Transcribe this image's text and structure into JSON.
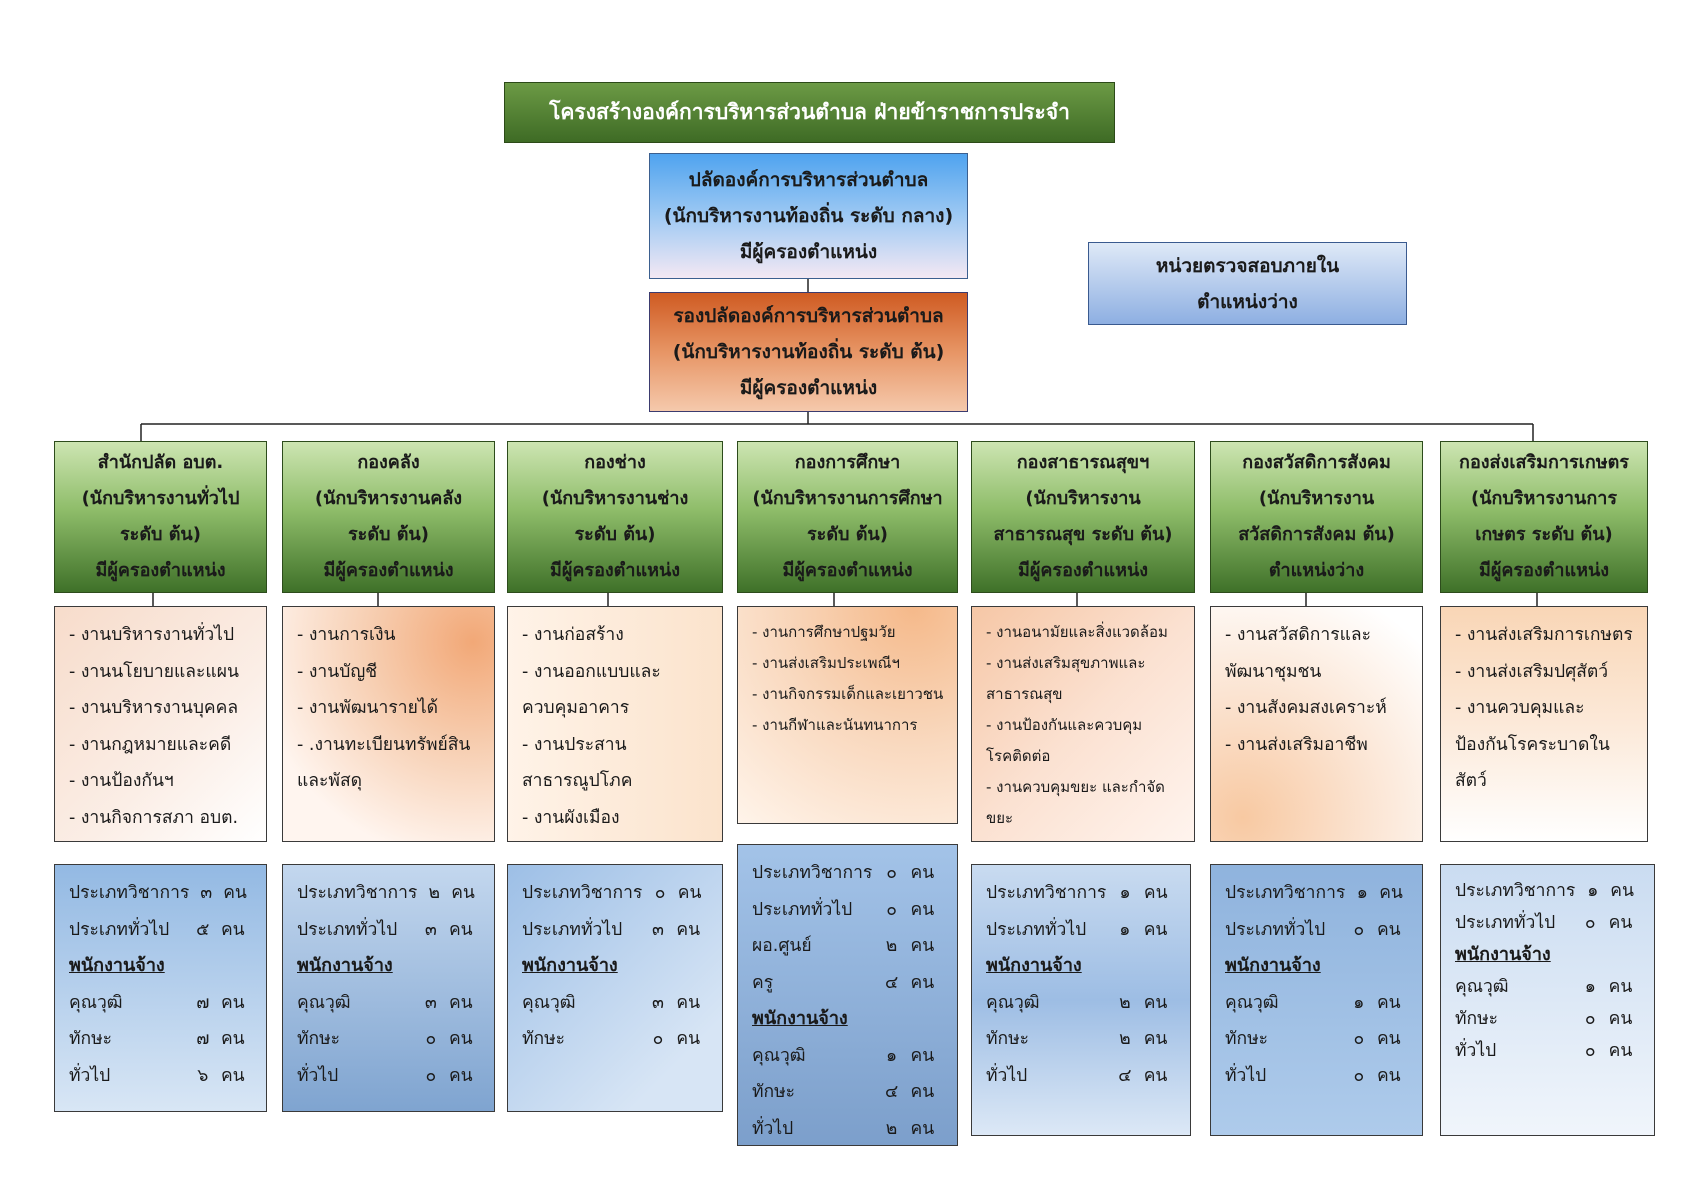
{
  "title": "โครงสร้างองค์การบริหารส่วนตำบล ฝ่ายข้าราชการประจำ",
  "palad": {
    "line1": "ปลัดองค์การบริหารส่วนตำบล",
    "line2": "(นักบริหารงานท้องถิ่น ระดับ กลาง)",
    "line3": "มีผู้ครองตำแหน่ง"
  },
  "deputy": {
    "line1": "รองปลัดองค์การบริหารส่วนตำบล",
    "line2": "(นักบริหารงานท้องถิ่น ระดับ ต้น)",
    "line3": "มีผู้ครองตำแหน่ง"
  },
  "audit": {
    "line1": "หน่วยตรวจสอบภายใน",
    "line2": "ตำแหน่งว่าง"
  },
  "departments": [
    {
      "name": "สำนักปลัด อบต.",
      "lines": [
        "(นักบริหารงานทั่วไป",
        "ระดับ ต้น)",
        "มีผู้ครองตำแหน่ง"
      ],
      "tasks": [
        "- งานบริหารงานทั่วไป",
        "- งานนโยบายและแผน",
        "- งานบริหารงานบุคคล",
        "- งานกฎหมายและคดี",
        "- งานป้องกันฯ",
        "- งานกิจการสภา อบต."
      ],
      "staff": {
        "rows": [
          [
            "ประเภทวิชาการ",
            "๓",
            "คน"
          ],
          [
            "ประเภททั่วไป",
            "๕",
            "คน"
          ]
        ],
        "contract_heading": "พนักงานจ้าง",
        "contract": [
          [
            "คุณวุฒิ",
            "๗",
            "คน"
          ],
          [
            "ทักษะ",
            "๗",
            "คน"
          ],
          [
            "ทั่วไป",
            "๖",
            "คน"
          ]
        ]
      }
    },
    {
      "name": "กองคลัง",
      "lines": [
        "(นักบริหารงานคลัง",
        "ระดับ ต้น)",
        "มีผู้ครองตำแหน่ง"
      ],
      "tasks": [
        "- งานการเงิน",
        "- งานบัญชี",
        "- งานพัฒนารายได้",
        "- .งานทะเบียนทรัพย์สิน",
        "และพัสดุ"
      ],
      "staff": {
        "rows": [
          [
            "ประเภทวิชาการ",
            "๒",
            "คน"
          ],
          [
            "ประเภททั่วไป",
            "๓",
            "คน"
          ]
        ],
        "contract_heading": "พนักงานจ้าง",
        "contract": [
          [
            "คุณวุฒิ",
            "๓",
            "คน"
          ],
          [
            "ทักษะ",
            "๐",
            "คน"
          ],
          [
            "ทั่วไป",
            "๐",
            "คน"
          ]
        ]
      }
    },
    {
      "name": "กองช่าง",
      "lines": [
        "(นักบริหารงานช่าง",
        "ระดับ ต้น)",
        "มีผู้ครองตำแหน่ง"
      ],
      "tasks": [
        "- งานก่อสร้าง",
        "- งานออกแบบและ",
        "ควบคุมอาคาร",
        "- งานประสาน",
        "สาธารณูปโภค",
        "- งานผังเมือง"
      ],
      "staff": {
        "rows": [
          [
            "ประเภทวิชาการ",
            "๐",
            "คน"
          ],
          [
            "ประเภททั่วไป",
            "๓",
            "คน"
          ]
        ],
        "contract_heading": "พนักงานจ้าง",
        "contract": [
          [
            "คุณวุฒิ",
            "๓",
            "คน"
          ],
          [
            "ทักษะ",
            "๐",
            "คน"
          ]
        ]
      }
    },
    {
      "name": "กองการศึกษา",
      "lines": [
        "(นักบริหารงานการศึกษา",
        "ระดับ ต้น)",
        "มีผู้ครองตำแหน่ง"
      ],
      "tasks": [
        "- งานการศึกษาปฐมวัย",
        "- งานส่งเสริมประเพณีฯ",
        "- งานกิจกรรมเด็กและเยาวชน",
        "- งานกีฬาและนันทนาการ"
      ],
      "staff": {
        "rows": [
          [
            "ประเภทวิชาการ",
            "๐",
            "คน"
          ],
          [
            "ประเภททั่วไป",
            "๐",
            "คน"
          ],
          [
            "ผอ.ศูนย์",
            "๒",
            "คน"
          ],
          [
            "ครู",
            "๔",
            "คน"
          ]
        ],
        "contract_heading": "พนักงานจ้าง",
        "contract": [
          [
            "คุณวุฒิ",
            "๑",
            "คน"
          ],
          [
            "ทักษะ",
            "๔",
            "คน"
          ],
          [
            "ทั่วไป",
            "๒",
            "คน"
          ]
        ]
      }
    },
    {
      "name": "กองสาธารณสุขฯ",
      "lines": [
        "(นักบริหารงาน",
        "สาธารณสุข ระดับ ต้น)",
        "มีผู้ครองตำแหน่ง"
      ],
      "tasks": [
        "- งานอนามัยและสิ่งแวดล้อม",
        "- งานส่งเสริมสุขภาพและ",
        "สาธารณสุข",
        "- งานป้องกันและควบคุม",
        "โรคติดต่อ",
        "- งานควบคุมขยะ และกำจัด",
        "ขยะ"
      ],
      "staff": {
        "rows": [
          [
            "ประเภทวิชาการ",
            "๑",
            "คน"
          ],
          [
            "ประเภททั่วไป",
            "๑",
            "คน"
          ]
        ],
        "contract_heading": "พนักงานจ้าง",
        "contract": [
          [
            "คุณวุฒิ",
            "๒",
            "คน"
          ],
          [
            "ทักษะ",
            "๒",
            "คน"
          ],
          [
            "ทั่วไป",
            "๔",
            "คน"
          ]
        ]
      }
    },
    {
      "name": "กองสวัสดิการสังคม",
      "lines": [
        "(นักบริหารงาน",
        "สวัสดิการสังคม ต้น)",
        "ตำแหน่งว่าง"
      ],
      "tasks": [
        "- งานสวัสดิการและ",
        "พัฒนาชุมชน",
        "- งานสังคมสงเคราะห์",
        "- งานส่งเสริมอาชีพ"
      ],
      "staff": {
        "rows": [
          [
            "ประเภทวิชาการ",
            "๑",
            "คน"
          ],
          [
            "ประเภททั่วไป",
            "๐",
            "คน"
          ]
        ],
        "contract_heading": "พนักงานจ้าง",
        "contract": [
          [
            "คุณวุฒิ",
            "๑",
            "คน"
          ],
          [
            "ทักษะ",
            "๐",
            "คน"
          ],
          [
            "ทั่วไป",
            "๐",
            "คน"
          ]
        ]
      }
    },
    {
      "name": "กองส่งเสริมการเกษตร",
      "lines": [
        "(นักบริหารงานการ",
        "เกษตร ระดับ ต้น)",
        "มีผู้ครองตำแหน่ง"
      ],
      "tasks": [
        "- งานส่งเสริมการเกษตร",
        "- งานส่งเสริมปศุสัตว์",
        "- งานควบคุมและ",
        "ป้องกันโรคระบาดใน",
        "สัตว์"
      ],
      "staff": {
        "rows": [
          [
            "ประเภทวิชาการ",
            "๑",
            "คน"
          ],
          [
            "ประเภททั่วไป",
            "๐",
            "คน"
          ]
        ],
        "contract_heading": "พนักงานจ้าง",
        "contract": [
          [
            "คุณวุฒิ",
            "๑",
            "คน"
          ],
          [
            "ทักษะ",
            "๐",
            "คน"
          ],
          [
            "ทั่วไป",
            "๐",
            "คน"
          ]
        ]
      }
    }
  ]
}
